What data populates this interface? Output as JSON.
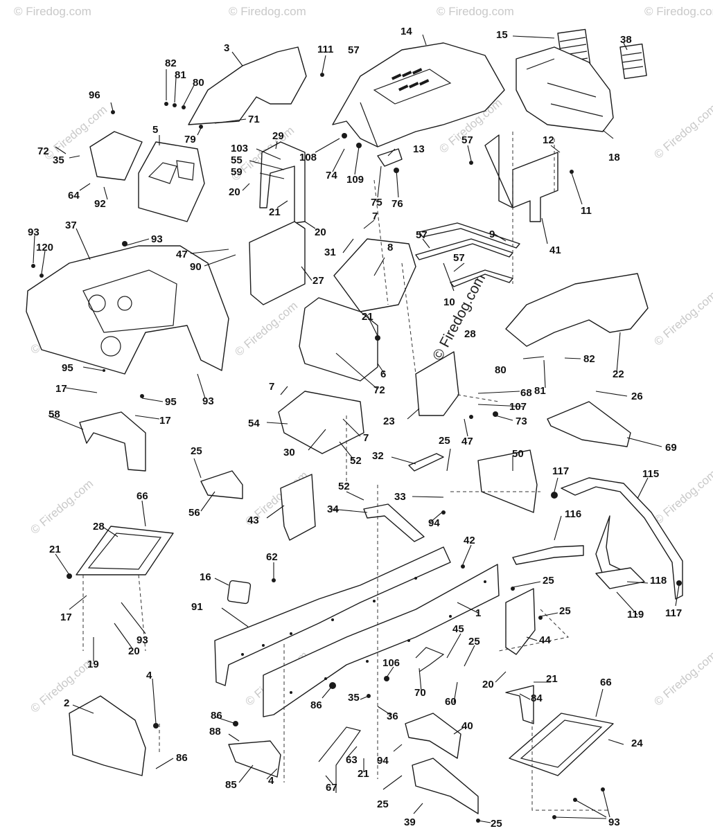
{
  "watermark": "© Firedog.com",
  "callouts": [
    {
      "id": "l3",
      "text": "3"
    },
    {
      "id": "l111",
      "text": "111"
    },
    {
      "id": "l57a",
      "text": "57"
    },
    {
      "id": "l14",
      "text": "14"
    },
    {
      "id": "l15",
      "text": "15"
    },
    {
      "id": "l38",
      "text": "38"
    },
    {
      "id": "l82a",
      "text": "82"
    },
    {
      "id": "l81a",
      "text": "81"
    },
    {
      "id": "l80a",
      "text": "80"
    },
    {
      "id": "l96",
      "text": "96"
    },
    {
      "id": "l71",
      "text": "71"
    },
    {
      "id": "l79",
      "text": "79"
    },
    {
      "id": "l5",
      "text": "5"
    },
    {
      "id": "l29",
      "text": "29"
    },
    {
      "id": "l103",
      "text": "103"
    },
    {
      "id": "l55",
      "text": "55"
    },
    {
      "id": "l59",
      "text": "59"
    },
    {
      "id": "l20a",
      "text": "20"
    },
    {
      "id": "l21a",
      "text": "21"
    },
    {
      "id": "l20b",
      "text": "20"
    },
    {
      "id": "l72a",
      "text": "72"
    },
    {
      "id": "l35a",
      "text": "35"
    },
    {
      "id": "l64",
      "text": "64"
    },
    {
      "id": "l92",
      "text": "92"
    },
    {
      "id": "l108",
      "text": "108"
    },
    {
      "id": "l74",
      "text": "74"
    },
    {
      "id": "l109",
      "text": "109"
    },
    {
      "id": "l13",
      "text": "13"
    },
    {
      "id": "l75",
      "text": "75"
    },
    {
      "id": "l76",
      "text": "76"
    },
    {
      "id": "l57b",
      "text": "57"
    },
    {
      "id": "l12",
      "text": "12"
    },
    {
      "id": "l18",
      "text": "18"
    },
    {
      "id": "l11",
      "text": "11"
    },
    {
      "id": "l41",
      "text": "41"
    },
    {
      "id": "l9",
      "text": "9"
    },
    {
      "id": "l57c",
      "text": "57"
    },
    {
      "id": "l57d",
      "text": "57"
    },
    {
      "id": "l10",
      "text": "10"
    },
    {
      "id": "l93a",
      "text": "93"
    },
    {
      "id": "l120",
      "text": "120"
    },
    {
      "id": "l37",
      "text": "37"
    },
    {
      "id": "l93b",
      "text": "93"
    },
    {
      "id": "l47a",
      "text": "47"
    },
    {
      "id": "l90",
      "text": "90"
    },
    {
      "id": "l27",
      "text": "27"
    },
    {
      "id": "l7a",
      "text": "7"
    },
    {
      "id": "l31",
      "text": "31"
    },
    {
      "id": "l8",
      "text": "8"
    },
    {
      "id": "l21b",
      "text": "21"
    },
    {
      "id": "l6",
      "text": "6"
    },
    {
      "id": "l72b",
      "text": "72"
    },
    {
      "id": "l28a",
      "text": "28"
    },
    {
      "id": "l80b",
      "text": "80"
    },
    {
      "id": "l82b",
      "text": "82"
    },
    {
      "id": "l81b",
      "text": "81"
    },
    {
      "id": "l22",
      "text": "22"
    },
    {
      "id": "l95a",
      "text": "95"
    },
    {
      "id": "l17a",
      "text": "17"
    },
    {
      "id": "l95b",
      "text": "95"
    },
    {
      "id": "l17b",
      "text": "17"
    },
    {
      "id": "l58",
      "text": "58"
    },
    {
      "id": "l93c",
      "text": "93"
    },
    {
      "id": "l7b",
      "text": "7"
    },
    {
      "id": "l54",
      "text": "54"
    },
    {
      "id": "l7c",
      "text": "7"
    },
    {
      "id": "l30",
      "text": "30"
    },
    {
      "id": "l52a",
      "text": "52"
    },
    {
      "id": "l68",
      "text": "68"
    },
    {
      "id": "l107",
      "text": "107"
    },
    {
      "id": "l23",
      "text": "23"
    },
    {
      "id": "l73",
      "text": "73"
    },
    {
      "id": "l47b",
      "text": "47"
    },
    {
      "id": "l26",
      "text": "26"
    },
    {
      "id": "l69",
      "text": "69"
    },
    {
      "id": "l25a",
      "text": "25"
    },
    {
      "id": "l56",
      "text": "56"
    },
    {
      "id": "l32",
      "text": "32"
    },
    {
      "id": "l25b",
      "text": "25"
    },
    {
      "id": "l50",
      "text": "50"
    },
    {
      "id": "l117a",
      "text": "117"
    },
    {
      "id": "l115",
      "text": "115"
    },
    {
      "id": "l66a",
      "text": "66"
    },
    {
      "id": "l28b",
      "text": "28"
    },
    {
      "id": "l43",
      "text": "43"
    },
    {
      "id": "l52b",
      "text": "52"
    },
    {
      "id": "l34",
      "text": "34"
    },
    {
      "id": "l33",
      "text": "33"
    },
    {
      "id": "l94a",
      "text": "94"
    },
    {
      "id": "l116",
      "text": "116"
    },
    {
      "id": "l21c",
      "text": "21"
    },
    {
      "id": "l17c",
      "text": "17"
    },
    {
      "id": "l93d",
      "text": "93"
    },
    {
      "id": "l20c",
      "text": "20"
    },
    {
      "id": "l19",
      "text": "19"
    },
    {
      "id": "l16",
      "text": "16"
    },
    {
      "id": "l62",
      "text": "62"
    },
    {
      "id": "l42",
      "text": "42"
    },
    {
      "id": "l25c",
      "text": "25"
    },
    {
      "id": "l118",
      "text": "118"
    },
    {
      "id": "l91",
      "text": "91"
    },
    {
      "id": "l1",
      "text": "1"
    },
    {
      "id": "l25d",
      "text": "25"
    },
    {
      "id": "l119",
      "text": "119"
    },
    {
      "id": "l117b",
      "text": "117"
    },
    {
      "id": "l44",
      "text": "44"
    },
    {
      "id": "l45",
      "text": "45"
    },
    {
      "id": "l25e",
      "text": "25"
    },
    {
      "id": "l106",
      "text": "106"
    },
    {
      "id": "l20d",
      "text": "20"
    },
    {
      "id": "l21d",
      "text": "21"
    },
    {
      "id": "l84",
      "text": "84"
    },
    {
      "id": "l4a",
      "text": "4"
    },
    {
      "id": "l2",
      "text": "2"
    },
    {
      "id": "l35b",
      "text": "35"
    },
    {
      "id": "l70",
      "text": "70"
    },
    {
      "id": "l60",
      "text": "60"
    },
    {
      "id": "l86a",
      "text": "86"
    },
    {
      "id": "l36",
      "text": "36"
    },
    {
      "id": "l66b",
      "text": "66"
    },
    {
      "id": "l86b",
      "text": "86"
    },
    {
      "id": "l88",
      "text": "88"
    },
    {
      "id": "l40",
      "text": "40"
    },
    {
      "id": "l24",
      "text": "24"
    },
    {
      "id": "l86c",
      "text": "86"
    },
    {
      "id": "l94b",
      "text": "94"
    },
    {
      "id": "l63",
      "text": "63"
    },
    {
      "id": "l21e",
      "text": "21"
    },
    {
      "id": "l85",
      "text": "85"
    },
    {
      "id": "l4b",
      "text": "4"
    },
    {
      "id": "l67",
      "text": "67"
    },
    {
      "id": "l25f",
      "text": "25"
    },
    {
      "id": "l39",
      "text": "39"
    },
    {
      "id": "l25g",
      "text": "25"
    },
    {
      "id": "l93e",
      "text": "93"
    }
  ]
}
